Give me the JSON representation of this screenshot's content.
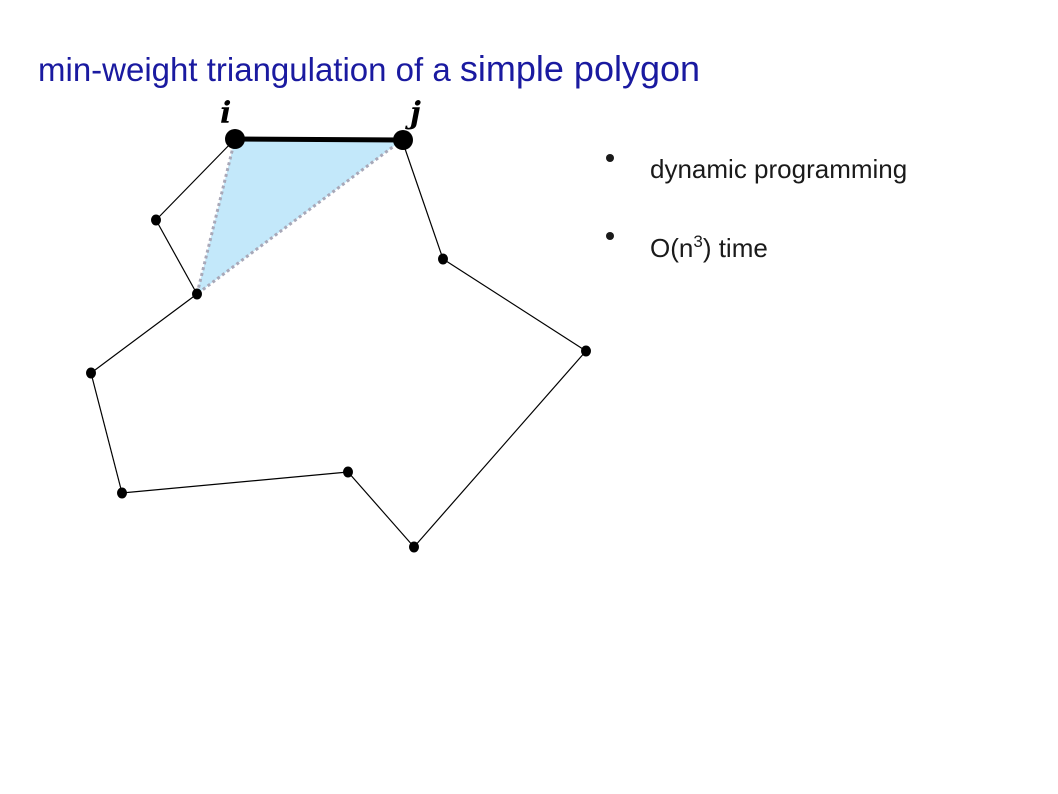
{
  "title": {
    "part1": "min-weight triangulation of a",
    "part2": "simple polygon"
  },
  "bullets": [
    {
      "text": "dynamic programming"
    },
    {
      "text_before": "O(n",
      "sup": "3",
      "text_after": ") time"
    }
  ],
  "diagram": {
    "label_i": "i",
    "label_j": "j",
    "colors": {
      "triangle_fill": "#c3e8fa",
      "diagonal": "#a8a8b8",
      "edge": "#000000",
      "title": "#1a1aa0"
    }
  }
}
